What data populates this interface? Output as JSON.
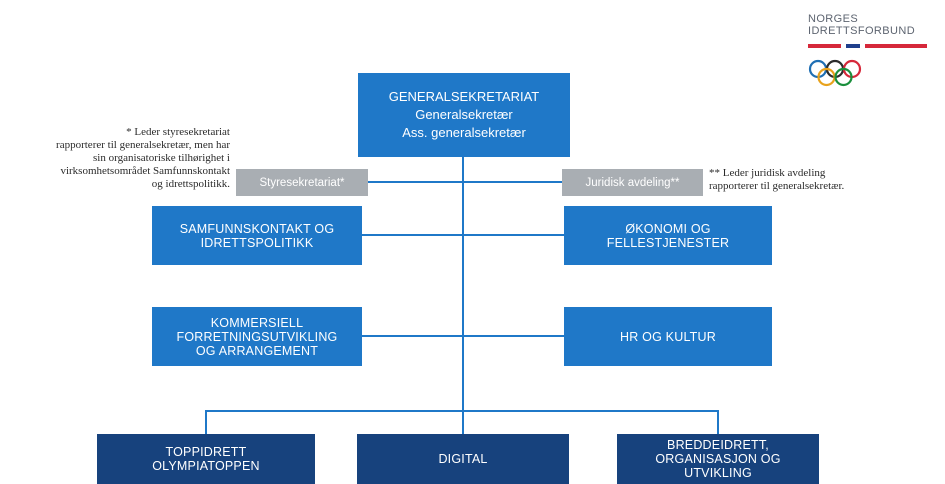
{
  "logo": {
    "line1": "NORGES",
    "line2": "IDRETTSFORBUND",
    "ring_colors": [
      "#1f6fb4",
      "#e8a21c",
      "#2b2b2b",
      "#1a8f3c",
      "#d6283a"
    ],
    "stripe_colors": [
      "#d6283a",
      "#ffffff",
      "#1f3f8c",
      "#ffffff",
      "#d6283a"
    ]
  },
  "top_box": {
    "title": "GENERALSEKRETARIAT",
    "line2": "Generalsekretær",
    "line3": "Ass. generalsekretær"
  },
  "staff": {
    "left_label": "Styresekretariat*",
    "right_label": "Juridisk avdeling**"
  },
  "notes": {
    "left": [
      "* Leder styresekretariat",
      "rapporterer til generalsekretær, men har",
      "sin organisatoriske tilhørighet i",
      "virksomhetsområdet Samfunnskontakt",
      "og idrettspolitikk."
    ],
    "right": [
      "** Leder juridisk avdeling",
      "rapporterer til generalsekretær."
    ]
  },
  "mid_left": [
    {
      "lines": [
        "SAMFUNNSKONTAKT OG",
        "IDRETTSPOLITIKK"
      ]
    },
    {
      "lines": [
        "KOMMERSIELL",
        "FORRETNINGSUTVIKLING",
        "OG ARRANGEMENT"
      ]
    }
  ],
  "mid_right": [
    {
      "lines": [
        "ØKONOMI OG",
        "FELLESTJENESTER"
      ]
    },
    {
      "lines": [
        "HR OG KULTUR"
      ]
    }
  ],
  "bottom": [
    {
      "lines": [
        "TOPPIDRETT",
        "OLYMPIATOPPEN"
      ]
    },
    {
      "lines": [
        "DIGITAL"
      ]
    },
    {
      "lines": [
        "BREDDEIDRETT,",
        "ORGANISASJON OG",
        "UTVIKLING"
      ]
    }
  ],
  "colors": {
    "light_blue": "#1f78c8",
    "dark_blue": "#17427d",
    "grey": "#a9aeb3"
  }
}
